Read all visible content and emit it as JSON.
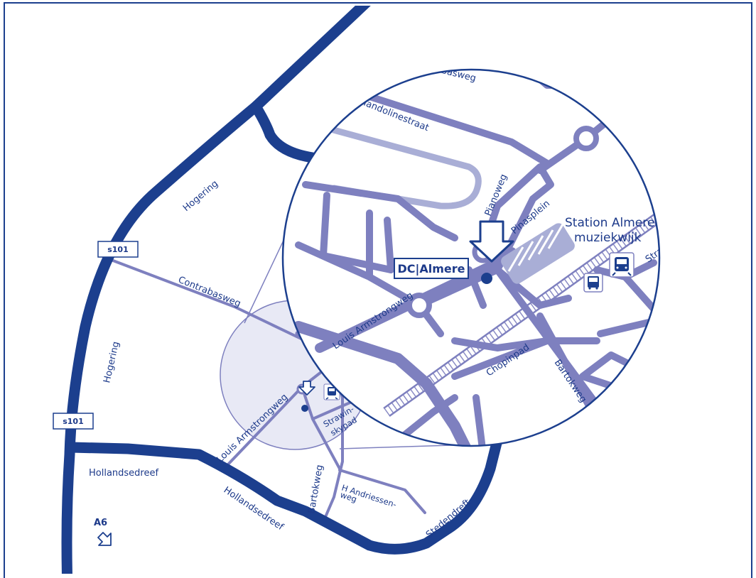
{
  "colors": {
    "main_road": "#1c3f8e",
    "street": "#7e80bf",
    "street_light": "#a9aed6",
    "zoom_fill": "#e8e9f5",
    "label": "#1d3a8a",
    "border": "#1c3f8e"
  },
  "labels": {
    "hogering_top": "Hogering",
    "hogering_left": "Hogering",
    "contrabasweg_main": "Contrabasweg",
    "louis_armstrongweg_main": "Louis Armstrongweg",
    "strawinskypad_line1": "Strawin-",
    "strawinskypad_line2": "skypad",
    "hollandsedreef_left": "Hollandsedreef",
    "hollandsedreef_bottom": "Hollandsedreef",
    "bartokweg_main": "Bartokweg",
    "h_andriessenweg_line1": "H Andriessen-",
    "h_andriessenweg_line2": "weg",
    "stedendreft": "Stedendreft",
    "a6": "A6",
    "contrabasweg_zoom": "Contrabasweg",
    "mandolinestraat": "Mandolinestraat",
    "pianoweg": "Pianoweg",
    "pinasplein": "Pinasplein",
    "station_line1": "Station Almere",
    "station_line2": "muziekwijk",
    "strawinskypad_zoom": "Strawinskypad",
    "louis_armstrongweg_zoom": "Louis Armstrongweg",
    "chopinpad": "Chopinpad",
    "bartokweg_zoom": "Bartokweg"
  },
  "badges": {
    "s101_top": "s101",
    "s101_bottom": "s101",
    "dc_almere": "DC|Almere"
  },
  "icons": {
    "train_main": "train-icon",
    "train_zoom": "train-icon",
    "bus_zoom": "bus-icon",
    "location_arrow": "location-arrow-icon",
    "a6_arrow": "direction-arrow-icon"
  }
}
